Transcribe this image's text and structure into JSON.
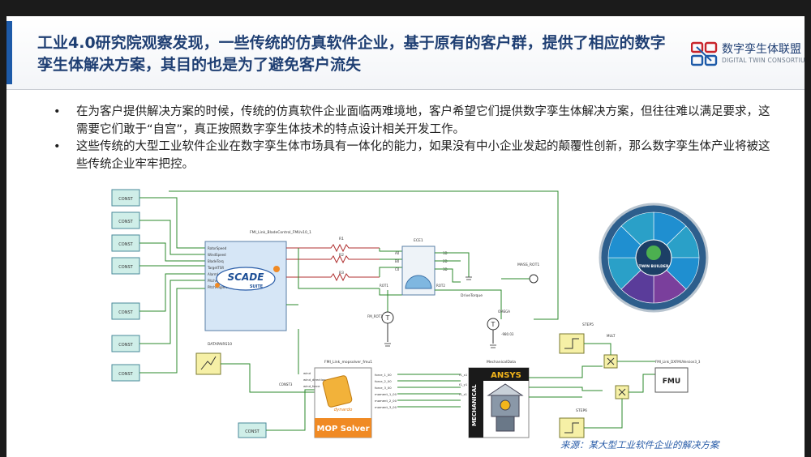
{
  "title": "工业4.0研究院观察发现，一些传统的仿真软件企业，基于原有的客户群，提供了相应的数字孪生体解决方案，其目的也是为了避免客户流失",
  "logo": {
    "name": "数字孪生体联盟",
    "subtitle": "DIGITAL TWIN CONSORTIUM"
  },
  "bullets": [
    "在为客户提供解决方案的时候，传统的仿真软件企业面临两难境地，客户希望它们提供数字孪生体解决方案，但往往难以满足要求，这需要它们敢于“自宫”，真正按照数字孪生体技术的特点设计相关开发工作。",
    "这些传统的大型工业软件企业在数字孪生体市场具有一体化的能力，如果没有中小企业发起的颠覆性创新，那么数字孪生体产业将被这些传统企业牢牢把控。"
  ],
  "diagram": {
    "const_label": "CONST",
    "scade_block_title": "FMI_Link_BladeControl_FMUv10_1",
    "scade_label": "SCADE",
    "scade_sub": "SUITE",
    "scade_ports": [
      "RotorSpeed",
      "WindSpeed",
      "BladeTorq",
      "TargetTSR",
      "AlarmLevel",
      "PitchAngle",
      "PitchAngleNullPoint"
    ],
    "resistors": [
      "R1",
      "R2",
      "R3"
    ],
    "ece_label": "ECE1",
    "ece_ports": [
      "A0",
      "B0",
      "C0",
      "1D",
      "2D",
      "3D"
    ],
    "rot_labels": [
      "ROT1",
      "ROT2"
    ],
    "mass_label": "MASS_ROT1",
    "drive_label": "DriveTorque",
    "omega_label": "OMEGA",
    "omega_value": "-980.03",
    "fm_label": "FM_ROT1",
    "datapairs_label": "DATAPAIRS10",
    "const_side_label": "CONST3",
    "mop_block_title": "FMI_Link_mopsolver_fmu1",
    "mop_brand": "dynardo",
    "mop_label": "MOP Solver",
    "mop_ports_in": [
      "wind",
      "wind_direction",
      "wind_force"
    ],
    "mop_ports_out": [
      "force_1_00",
      "force_2_00",
      "force_3_00",
      "moment_1_00",
      "moment_2_00",
      "moment_3_00"
    ],
    "mech_label": "MechanicalData",
    "ansys_label": "ANSYS",
    "ansys_sub": "MECHANICAL",
    "step_labels": [
      "STEP5",
      "STEP6"
    ],
    "mult_label": "MULT",
    "fmu_block_title": "FMI_Link_DXFMUVersion3_3",
    "fmu_label": "FMU",
    "wheel_center": "TWIN BUILDER"
  },
  "source": "来源：某大型工业软件企业的解决方案",
  "colors": {
    "title": "#1f3f73",
    "accent": "#1d5aa8",
    "const_fill": "#cfeee8",
    "scade_fill": "#d6e6f6",
    "wire": "#2b8a2b"
  }
}
